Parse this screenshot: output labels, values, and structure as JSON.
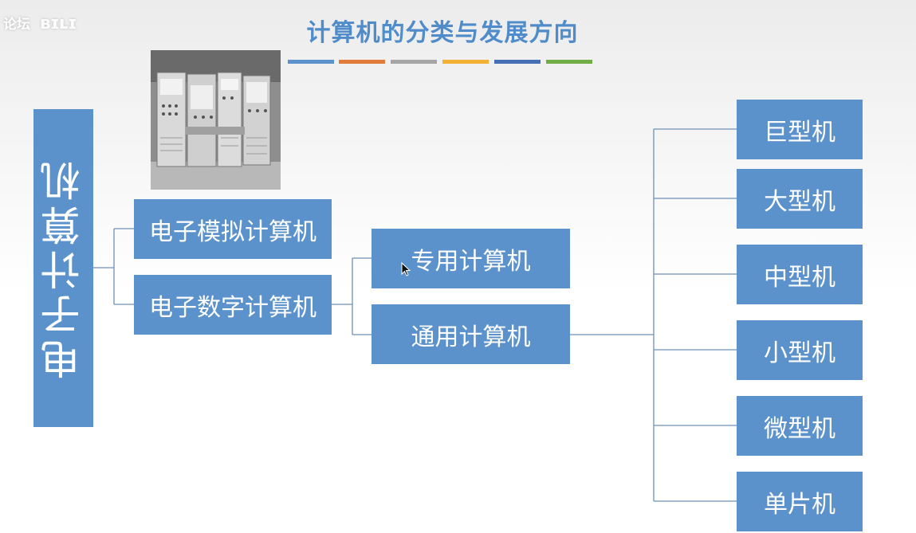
{
  "watermark": {
    "text": "论坛",
    "logo": "bilibili"
  },
  "title": "计算机的分类与发展方向",
  "title_bar_colors": [
    "#5b92cb",
    "#e07b39",
    "#a5a5a5",
    "#f2b134",
    "#4570b5",
    "#70ad47"
  ],
  "photo_icon": "vintage-analog-computer-photo",
  "root": {
    "label": "电子计算机"
  },
  "level1": [
    {
      "label": "电子模拟计算机"
    },
    {
      "label": "电子数字计算机"
    }
  ],
  "level2": [
    {
      "label": "专用计算机"
    },
    {
      "label": "通用计算机"
    }
  ],
  "level3": [
    {
      "label": "巨型机"
    },
    {
      "label": "大型机"
    },
    {
      "label": "中型机"
    },
    {
      "label": "小型机"
    },
    {
      "label": "微型机"
    },
    {
      "label": "单片机"
    }
  ],
  "colors": {
    "box": "#5b92cb",
    "title": "#4f8cc9",
    "line": "#6f8fb5"
  }
}
